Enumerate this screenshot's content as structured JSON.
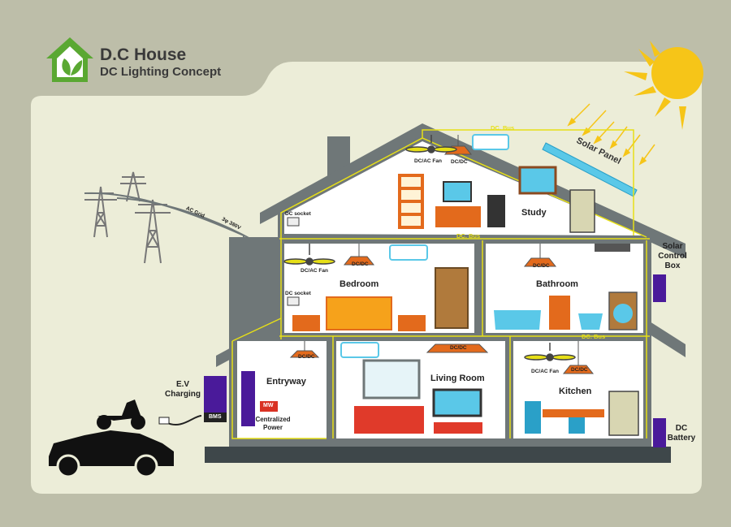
{
  "header": {
    "title": "D.C House",
    "subtitle": "DC Lighting Concept"
  },
  "labels": {
    "solar_panel": "Solar Panel",
    "dc_bus": "DC. Bus",
    "dc_bus_2": "DC. Bus",
    "dc_bus_3": "DC. Bus",
    "study": "Study",
    "bedroom": "Bedroom",
    "bathroom": "Bathroom",
    "entryway": "Entryway",
    "living_room": "Living Room",
    "kitchen": "Kitchen",
    "fan_attic": "DC/AC Fan",
    "fan_bedroom": "DC/AC Fan",
    "fan_kitchen": "DC/AC Fan",
    "dcdc_attic": "DC/DC",
    "dcdc_bedroom": "DC/DC",
    "dcdc_bathroom": "DC/DC",
    "dcdc_entry": "DC/DC",
    "dcdc_living": "DC/DC",
    "dcdc_kitchen": "DC/DC",
    "dc_socket_1": "DC socket",
    "dc_socket_2": "DC socket",
    "ac_grid": "AC Grid",
    "three_phase": "3φ 380V",
    "ev_charging_1": "E.V",
    "ev_charging_2": "Charging",
    "bms": "BMS",
    "centralized_1": "Centralized",
    "centralized_2": "Power",
    "solar_box_1": "Solar",
    "solar_box_2": "Control",
    "solar_box_3": "Box",
    "battery_1": "DC",
    "battery_2": "Battery",
    "mw_logo": "MW"
  },
  "colors": {
    "background": "#bdbea9",
    "panel": "#ecedd8",
    "house_wall": "#6f7778",
    "room_fill": "#ffffff",
    "bus_line": "#e6df17",
    "logo_green": "#5aa832",
    "sun": "#f6c518",
    "power_box": "#4a1a9a",
    "orange": "#e36a1c"
  },
  "icons": [
    "house-leaf-logo",
    "sun-icon",
    "solar-panel-icon",
    "power-tower-icon",
    "ceiling-fan-icon",
    "ceiling-lamp-icon",
    "air-conditioner-icon",
    "bookshelf-icon",
    "computer-desk-icon",
    "chair-icon",
    "painting-icon",
    "refrigerator-icon",
    "bed-icon",
    "wardrobe-icon",
    "bathtub-icon",
    "toilet-icon",
    "washing-machine-icon",
    "sofa-icon",
    "tv-icon",
    "window-icon",
    "dining-table-icon",
    "scooter-icon",
    "car-icon",
    "charger-plug-icon"
  ]
}
